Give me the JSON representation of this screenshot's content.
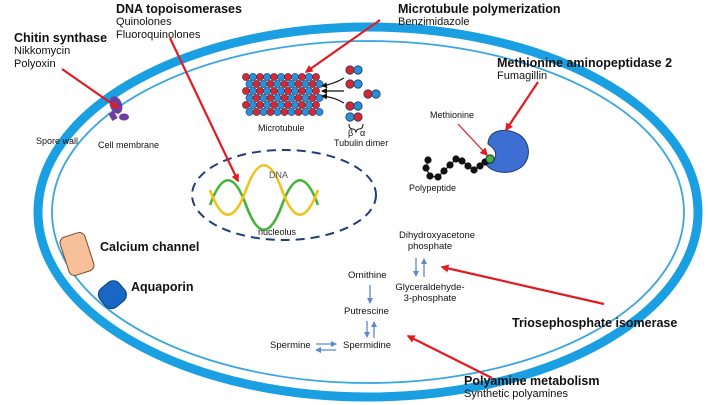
{
  "colors": {
    "cell_outer": "#1aa0e2",
    "cell_inner": "#39a6e0",
    "nucleolus": "#1f3f7a",
    "arrow_red": "#e11b22",
    "arrow_blue": "#5a8ad0",
    "microtubule_red": "#d9262f",
    "microtubule_blue": "#2a8fd6",
    "dna_green": "#45b23a",
    "dna_yellow": "#f1c21b",
    "enzyme_blue": "#3d6fd2",
    "methionine_green": "#3fb24a",
    "chitin_synthase_purple": "#6b3fa0",
    "calcium_channel": "#f6c09a",
    "aquaporin": "#1867c4"
  },
  "targets": {
    "chitin_synthase": {
      "title": "Chitin synthase",
      "drugs": [
        "Nikkomycin",
        "Polyoxin"
      ]
    },
    "dna_topoisomerases": {
      "title": "DNA topoisomerases",
      "drugs": [
        "Quinolones",
        "Fluoroquinolones"
      ]
    },
    "microtubule_polymerization": {
      "title": "Microtubule polymerization",
      "drugs": [
        "Benzimidazole"
      ]
    },
    "methionine_aminopeptidase": {
      "title": "Methionine aminopeptidase 2",
      "drugs": [
        "Fumagillin"
      ]
    },
    "calcium_channel": {
      "title": "Calcium channel"
    },
    "aquaporin": {
      "title": "Aquaporin"
    },
    "triosephosphate_isomerase": {
      "title": "Triosephosphate isomerase"
    },
    "polyamine_metabolism": {
      "title": "Polyamine metabolism",
      "drugs": [
        "Synthetic polyamines"
      ]
    }
  },
  "structures": {
    "spore_wall": "Spore wall",
    "cell_membrane": "Cell membrane",
    "microtubule": "Microtubule",
    "tubulin_dimer": "Tubulin dimer",
    "beta": "β",
    "alpha": "α",
    "dna": "DNA",
    "nucleolus": "nucleolus",
    "methionine": "Methionine",
    "polypeptide": "Polypeptide"
  },
  "metabolites": {
    "dhap_line1": "Dihydroxyacetone",
    "dhap_line2": "phosphate",
    "g3p_line1": "Glyceraldehyde-",
    "g3p_line2": "3-phosphate",
    "ornithine": "Ornithine",
    "putrescine": "Putrescine",
    "spermine": "Spermine",
    "spermidine": "Spermidine"
  }
}
